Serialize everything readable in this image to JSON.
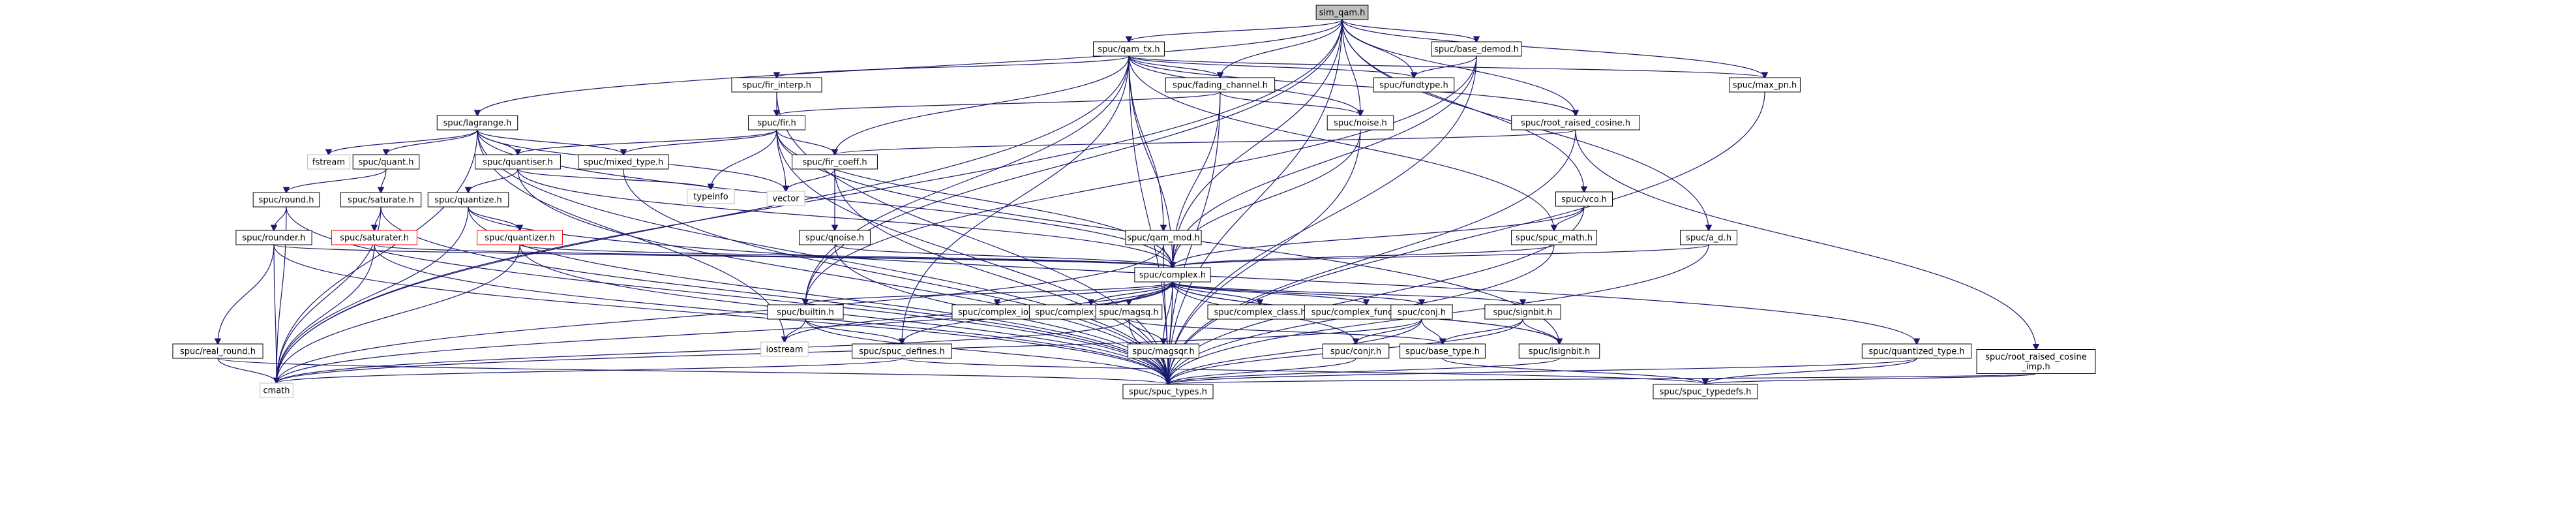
{
  "colors": {
    "edge": "#191970",
    "root_fill": "#bfbfbf",
    "external_border": "#bfbfbf",
    "truncated_border": "#ff0000"
  },
  "nodes": [
    {
      "id": "root",
      "label": "sim_qam.h",
      "kind": "root"
    },
    {
      "id": "qam_tx",
      "label": "spuc/qam_tx.h",
      "kind": "normal"
    },
    {
      "id": "base_demod",
      "label": "spuc/base_demod.h",
      "kind": "normal"
    },
    {
      "id": "lagrange",
      "label": "spuc/lagrange.h",
      "kind": "normal"
    },
    {
      "id": "fir_interp",
      "label": "spuc/fir_interp.h",
      "kind": "normal"
    },
    {
      "id": "fading_channel",
      "label": "spuc/fading_channel.h",
      "kind": "normal"
    },
    {
      "id": "fundtype",
      "label": "spuc/fundtype.h",
      "kind": "normal"
    },
    {
      "id": "max_pn",
      "label": "spuc/max_pn.h",
      "kind": "normal"
    },
    {
      "id": "fir",
      "label": "spuc/fir.h",
      "kind": "normal"
    },
    {
      "id": "noise",
      "label": "spuc/noise.h",
      "kind": "normal"
    },
    {
      "id": "root_raised_cosine",
      "label": "spuc/root_raised_cosine.h",
      "kind": "normal"
    },
    {
      "id": "fstream",
      "label": "fstream",
      "kind": "external"
    },
    {
      "id": "quant",
      "label": "spuc/quant.h",
      "kind": "normal"
    },
    {
      "id": "quantiser",
      "label": "spuc/quantiser.h",
      "kind": "normal"
    },
    {
      "id": "mixed_type",
      "label": "spuc/mixed_type.h",
      "kind": "normal"
    },
    {
      "id": "fir_coeff",
      "label": "spuc/fir_coeff.h",
      "kind": "normal"
    },
    {
      "id": "typeinfo",
      "label": "typeinfo",
      "kind": "external"
    },
    {
      "id": "vector",
      "label": "vector",
      "kind": "external"
    },
    {
      "id": "vco",
      "label": "spuc/vco.h",
      "kind": "normal"
    },
    {
      "id": "round",
      "label": "spuc/round.h",
      "kind": "normal"
    },
    {
      "id": "saturate",
      "label": "spuc/saturate.h",
      "kind": "normal"
    },
    {
      "id": "quantize",
      "label": "spuc/quantize.h",
      "kind": "normal"
    },
    {
      "id": "rounder",
      "label": "spuc/rounder.h",
      "kind": "normal"
    },
    {
      "id": "saturater",
      "label": "spuc/saturater.h",
      "kind": "truncated"
    },
    {
      "id": "quantizer",
      "label": "spuc/quantizer.h",
      "kind": "truncated"
    },
    {
      "id": "qnoise",
      "label": "spuc/qnoise.h",
      "kind": "normal"
    },
    {
      "id": "qam_mod",
      "label": "spuc/qam_mod.h",
      "kind": "normal"
    },
    {
      "id": "spuc_math",
      "label": "spuc/spuc_math.h",
      "kind": "normal"
    },
    {
      "id": "a_d",
      "label": "spuc/a_d.h",
      "kind": "normal"
    },
    {
      "id": "complex",
      "label": "spuc/complex.h",
      "kind": "normal"
    },
    {
      "id": "builtin",
      "label": "spuc/builtin.h",
      "kind": "normal"
    },
    {
      "id": "complex_io",
      "label": "spuc/complex_io.h",
      "kind": "normal"
    },
    {
      "id": "complex_operators",
      "label": "spuc/complex_operators.h",
      "kind": "normal"
    },
    {
      "id": "magsq",
      "label": "spuc/magsq.h",
      "kind": "normal"
    },
    {
      "id": "complex_class",
      "label": "spuc/complex_class.h",
      "kind": "normal"
    },
    {
      "id": "complex_functions",
      "label": "spuc/complex_functions.h",
      "kind": "normal"
    },
    {
      "id": "conj",
      "label": "spuc/conj.h",
      "kind": "normal"
    },
    {
      "id": "signbit",
      "label": "spuc/signbit.h",
      "kind": "normal"
    },
    {
      "id": "real_round",
      "label": "spuc/real_round.h",
      "kind": "normal"
    },
    {
      "id": "iostream",
      "label": "iostream",
      "kind": "external"
    },
    {
      "id": "spuc_defines",
      "label": "spuc/spuc_defines.h",
      "kind": "normal"
    },
    {
      "id": "magsqr",
      "label": "spuc/magsqr.h",
      "kind": "normal"
    },
    {
      "id": "conjr",
      "label": "spuc/conjr.h",
      "kind": "normal"
    },
    {
      "id": "base_type",
      "label": "spuc/base_type.h",
      "kind": "normal"
    },
    {
      "id": "isignbit",
      "label": "spuc/isignbit.h",
      "kind": "normal"
    },
    {
      "id": "quantized_type",
      "label": "spuc/quantized_type.h",
      "kind": "normal"
    },
    {
      "id": "rrc_imp",
      "label": "spuc/root_raised_cosine\n_imp.h",
      "kind": "normal"
    },
    {
      "id": "cmath",
      "label": "cmath",
      "kind": "external"
    },
    {
      "id": "spuc_types",
      "label": "spuc/spuc_types.h",
      "kind": "normal"
    },
    {
      "id": "spuc_typedefs",
      "label": "spuc/spuc_typedefs.h",
      "kind": "normal"
    }
  ],
  "edges": [
    [
      "root",
      "qam_tx"
    ],
    [
      "root",
      "base_demod"
    ],
    [
      "root",
      "lagrange"
    ],
    [
      "root",
      "fading_channel"
    ],
    [
      "root",
      "fundtype"
    ],
    [
      "root",
      "max_pn"
    ],
    [
      "root",
      "noise"
    ],
    [
      "root",
      "root_raised_cosine"
    ],
    [
      "root",
      "vco"
    ],
    [
      "root",
      "a_d"
    ],
    [
      "root",
      "complex"
    ],
    [
      "root",
      "builtin"
    ],
    [
      "root",
      "cmath"
    ],
    [
      "root",
      "spuc_types"
    ],
    [
      "qam_tx",
      "fir_interp"
    ],
    [
      "qam_tx",
      "fading_channel"
    ],
    [
      "qam_tx",
      "fundtype"
    ],
    [
      "qam_tx",
      "max_pn"
    ],
    [
      "qam_tx",
      "noise"
    ],
    [
      "qam_tx",
      "root_raised_cosine"
    ],
    [
      "qam_tx",
      "fir_coeff"
    ],
    [
      "qam_tx",
      "spuc_math"
    ],
    [
      "qam_tx",
      "qam_mod"
    ],
    [
      "qam_tx",
      "complex"
    ],
    [
      "qam_tx",
      "builtin"
    ],
    [
      "qam_tx",
      "spuc_defines"
    ],
    [
      "qam_tx",
      "cmath"
    ],
    [
      "qam_tx",
      "spuc_types"
    ],
    [
      "base_demod",
      "fundtype"
    ],
    [
      "base_demod",
      "complex"
    ],
    [
      "base_demod",
      "builtin"
    ],
    [
      "base_demod",
      "spuc_types"
    ],
    [
      "lagrange",
      "fstream"
    ],
    [
      "lagrange",
      "quant"
    ],
    [
      "lagrange",
      "quantiser"
    ],
    [
      "lagrange",
      "mixed_type"
    ],
    [
      "lagrange",
      "vector"
    ],
    [
      "lagrange",
      "complex"
    ],
    [
      "lagrange",
      "iostream"
    ],
    [
      "lagrange",
      "cmath"
    ],
    [
      "lagrange",
      "spuc_types"
    ],
    [
      "fir_interp",
      "fir"
    ],
    [
      "fir_interp",
      "spuc_types"
    ],
    [
      "fading_channel",
      "fir"
    ],
    [
      "fading_channel",
      "noise"
    ],
    [
      "fading_channel",
      "complex"
    ],
    [
      "fading_channel",
      "spuc_types"
    ],
    [
      "fir",
      "quantiser"
    ],
    [
      "fir",
      "mixed_type"
    ],
    [
      "fir",
      "fir_coeff"
    ],
    [
      "fir",
      "typeinfo"
    ],
    [
      "fir",
      "vector"
    ],
    [
      "fir",
      "complex"
    ],
    [
      "fir",
      "spuc_types"
    ],
    [
      "fir",
      "isignbit"
    ],
    [
      "noise",
      "complex"
    ],
    [
      "noise",
      "spuc_types"
    ],
    [
      "root_raised_cosine",
      "fir_coeff"
    ],
    [
      "root_raised_cosine",
      "rrc_imp"
    ],
    [
      "root_raised_cosine",
      "spuc_types"
    ],
    [
      "max_pn",
      "spuc_types"
    ],
    [
      "quant",
      "round"
    ],
    [
      "quant",
      "saturate"
    ],
    [
      "quantiser",
      "quantize"
    ],
    [
      "quantiser",
      "typeinfo"
    ],
    [
      "quantiser",
      "complex"
    ],
    [
      "quantiser",
      "spuc_types"
    ],
    [
      "mixed_type",
      "spuc_types"
    ],
    [
      "fir_coeff",
      "vector"
    ],
    [
      "fir_coeff",
      "qnoise"
    ],
    [
      "fir_coeff",
      "spuc_types"
    ],
    [
      "vco",
      "spuc_math"
    ],
    [
      "vco",
      "complex"
    ],
    [
      "vco",
      "spuc_types"
    ],
    [
      "round",
      "rounder"
    ],
    [
      "round",
      "cmath"
    ],
    [
      "round",
      "spuc_types"
    ],
    [
      "saturate",
      "saturater"
    ],
    [
      "saturate",
      "cmath"
    ],
    [
      "saturate",
      "spuc_types"
    ],
    [
      "quantize",
      "quantizer"
    ],
    [
      "quantize",
      "quantized_type"
    ],
    [
      "quantize",
      "cmath"
    ],
    [
      "quantize",
      "spuc_types"
    ],
    [
      "rounder",
      "real_round"
    ],
    [
      "rounder",
      "complex"
    ],
    [
      "rounder",
      "cmath"
    ],
    [
      "rounder",
      "spuc_types"
    ],
    [
      "saturater",
      "complex"
    ],
    [
      "saturater",
      "cmath"
    ],
    [
      "saturater",
      "spuc_types"
    ],
    [
      "quantizer",
      "complex"
    ],
    [
      "quantizer",
      "cmath"
    ],
    [
      "quantizer",
      "spuc_types"
    ],
    [
      "qnoise",
      "complex"
    ],
    [
      "qnoise",
      "spuc_types"
    ],
    [
      "qam_mod",
      "complex"
    ],
    [
      "qam_mod",
      "cmath"
    ],
    [
      "qam_mod",
      "spuc_types"
    ],
    [
      "spuc_math",
      "complex"
    ],
    [
      "spuc_math",
      "spuc_types"
    ],
    [
      "a_d",
      "complex"
    ],
    [
      "a_d",
      "spuc_types"
    ],
    [
      "complex",
      "builtin"
    ],
    [
      "complex",
      "complex_io"
    ],
    [
      "complex",
      "complex_operators"
    ],
    [
      "complex",
      "magsq"
    ],
    [
      "complex",
      "complex_class"
    ],
    [
      "complex",
      "complex_functions"
    ],
    [
      "complex",
      "conj"
    ],
    [
      "complex",
      "signbit"
    ],
    [
      "complex",
      "isignbit"
    ],
    [
      "complex",
      "conjr"
    ],
    [
      "complex",
      "iostream"
    ],
    [
      "complex",
      "spuc_defines"
    ],
    [
      "complex",
      "cmath"
    ],
    [
      "complex",
      "spuc_types"
    ],
    [
      "builtin",
      "iostream"
    ],
    [
      "builtin",
      "spuc_defines"
    ],
    [
      "builtin",
      "spuc_types"
    ],
    [
      "magsq",
      "magsqr"
    ],
    [
      "magsq",
      "base_type"
    ],
    [
      "magsq",
      "cmath"
    ],
    [
      "magsq",
      "spuc_types"
    ],
    [
      "conj",
      "conjr"
    ],
    [
      "conj",
      "base_type"
    ],
    [
      "conj",
      "cmath"
    ],
    [
      "conj",
      "spuc_types"
    ],
    [
      "signbit",
      "base_type"
    ],
    [
      "signbit",
      "isignbit"
    ],
    [
      "signbit",
      "spuc_types"
    ],
    [
      "real_round",
      "cmath"
    ],
    [
      "real_round",
      "spuc_types"
    ],
    [
      "spuc_defines",
      "cmath"
    ],
    [
      "spuc_defines",
      "spuc_typedefs"
    ],
    [
      "magsqr",
      "complex"
    ],
    [
      "magsqr",
      "spuc_types"
    ],
    [
      "conjr",
      "spuc_types"
    ],
    [
      "base_type",
      "spuc_typedefs"
    ],
    [
      "isignbit",
      "complex"
    ],
    [
      "isignbit",
      "spuc_types"
    ],
    [
      "quantized_type",
      "spuc_types"
    ],
    [
      "quantized_type",
      "spuc_typedefs"
    ],
    [
      "rrc_imp",
      "spuc_types"
    ],
    [
      "rrc_imp",
      "spuc_typedefs"
    ]
  ]
}
